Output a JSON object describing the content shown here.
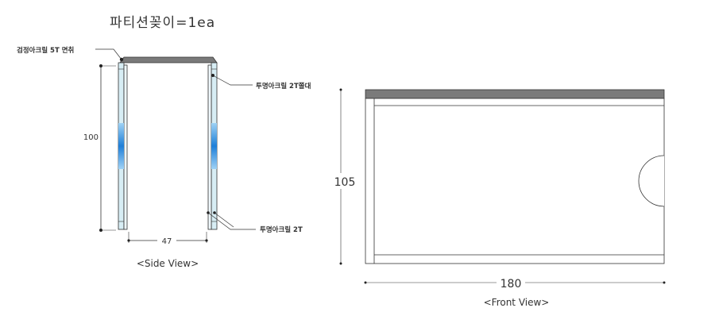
{
  "title": "파티션꽂이=1ea",
  "side_view": {
    "caption": "<Side View>",
    "labels": {
      "top_cap": "검정아크릴 5T 면취",
      "holder": "투명아크릴 2T쫄대",
      "panel": "투명아크릴 2T"
    },
    "dimensions": {
      "height": "100",
      "width": "47"
    }
  },
  "front_view": {
    "caption": "<Front View>",
    "dimensions": {
      "height": "105",
      "width": "180"
    }
  },
  "colors": {
    "cap": "#7a7a7a",
    "glass": "#d7edf4",
    "accent": "#2f86d6",
    "line": "#333333"
  }
}
